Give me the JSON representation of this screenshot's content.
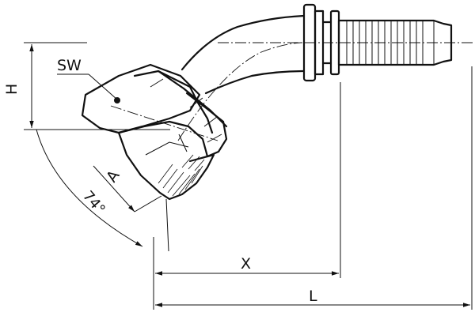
{
  "labels": {
    "sw": "SW",
    "h": "H",
    "a": "A",
    "angle": "74°",
    "x": "X",
    "l": "L"
  }
}
